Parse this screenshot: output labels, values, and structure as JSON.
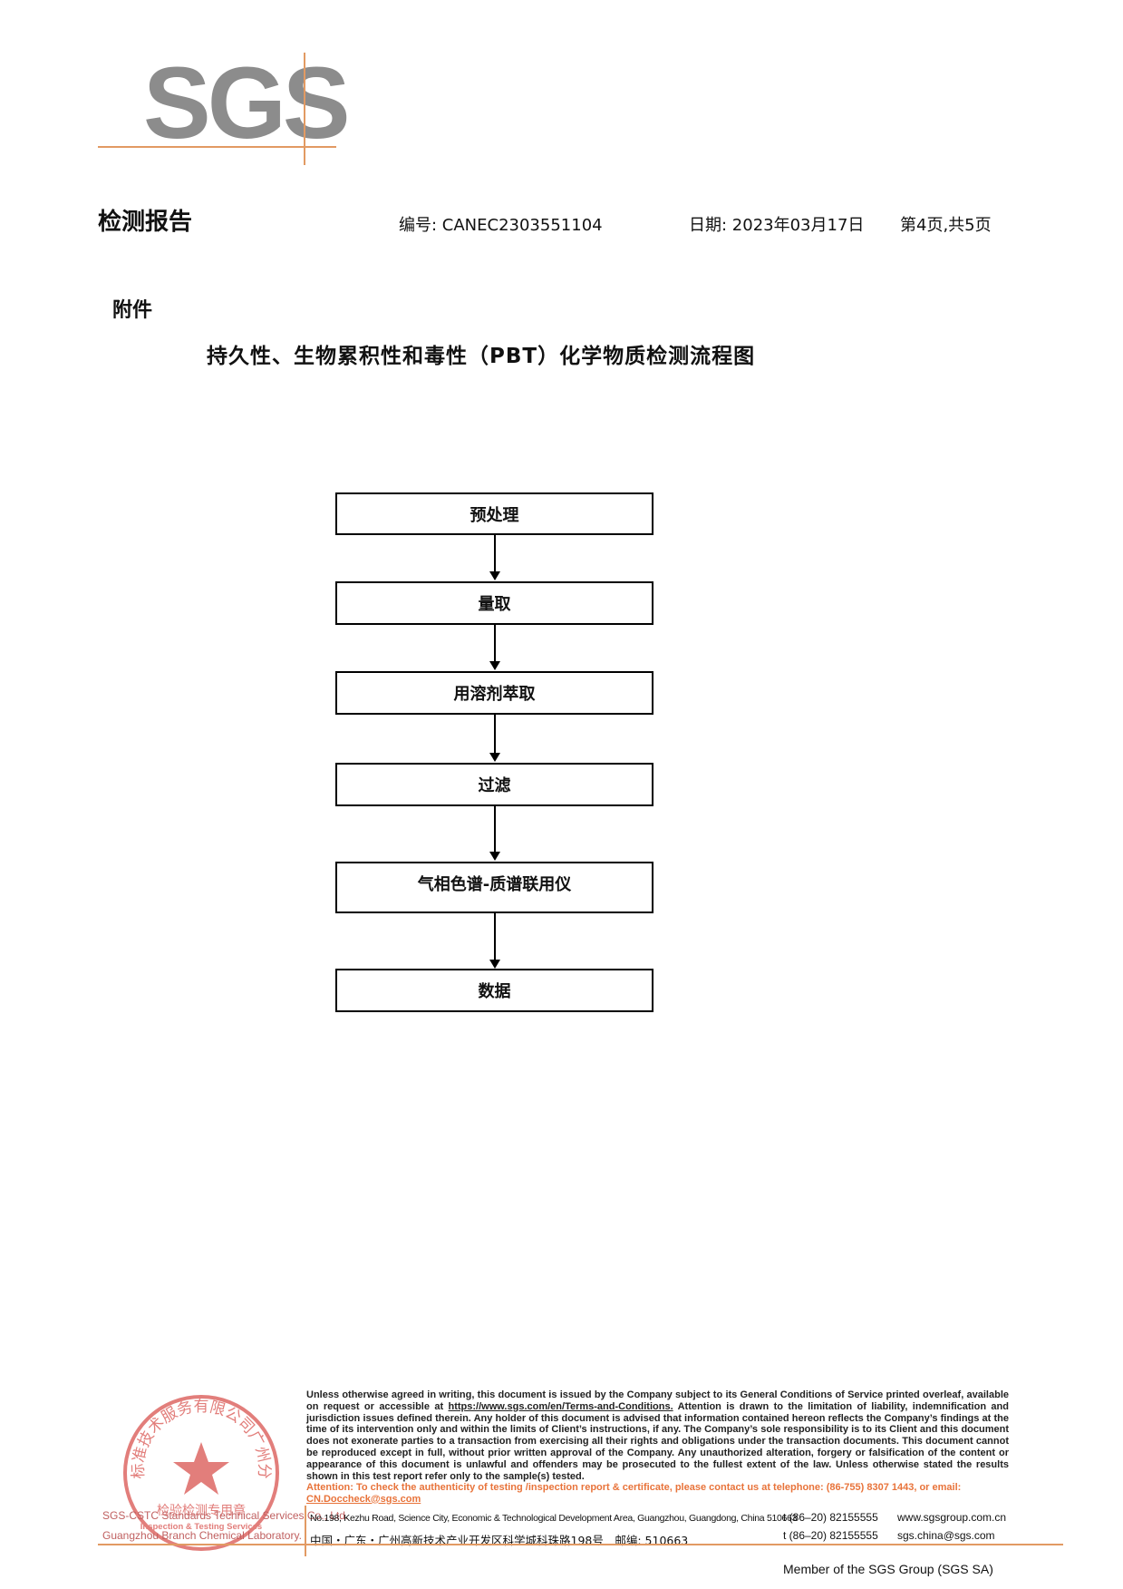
{
  "logo": {
    "text": "SGS"
  },
  "header": {
    "title": "检测报告",
    "report_no": "编号: CANEC2303551104",
    "date": "日期: 2023年03月17日",
    "page": "第4页,共5页"
  },
  "appendix_label": "附件",
  "flow_title": "持久性、生物累积性和毒性（PBT）化学物质检测流程图",
  "flow_steps": [
    "预处理",
    "量取",
    "用溶剂萃取",
    "过滤",
    "气相色谱-质谱联用仪",
    "数据"
  ],
  "seal": {
    "ring_text": "通标标准技术服务有限公司广州分公司",
    "center_cn": "检验检测专用章",
    "center_en": "Inspection & Testing Services",
    "side_text": "SGS-CSTC Standards Technical Services Co.,Ltd. Guangzhou Branch"
  },
  "footer": {
    "disclaimer_a": "Unless otherwise agreed in writing, this document is issued by the Company subject to its General Conditions of Service printed overleaf, available on request or accessible at ",
    "disclaimer_link": "https://www.sgs.com/en/Terms-and-Conditions.",
    "disclaimer_b": " Attention is drawn to the limitation of liability, indemnification and jurisdiction issues defined therein. Any holder of this document is advised that information contained hereon reflects the Company’s findings at the time of its intervention only and within the limits of Client’s instructions, if any. The Company’s sole responsibility is to its Client and this document does not exonerate parties to a transaction from exercising all their rights and obligations under the transaction documents. This document cannot be reproduced except in full, without prior written approval of the Company. Any unauthorized alteration, forgery or falsification of the content or appearance of this document is unlawful and offenders may be prosecuted to the fullest extent of the law. Unless otherwise stated the results shown in this test report refer only to the sample(s) tested.",
    "attention_a": "Attention: To check the authenticity of testing /inspection report & certificate, please contact us at telephone: (86-755) 8307 1443, or email: ",
    "attention_email": "CN.Doccheck@sgs.com",
    "stamp_line_en1": "SGS-CSTC Standards Technical Services Co., Ltd.",
    "stamp_line_en2": "Guangzhou Branch Chemical Laboratory.",
    "address_en": "No.198, Kezhu Road, Science City, Economic & Technological Development Area, Guangzhou, Guangdong, China 510663",
    "address_cn": "中国・广东・广州高新技术产业开发区科学城科珠路198号　邮编: 510663",
    "tel_1": "t (86–20) 82155555",
    "tel_2": "t (86–20) 82155555",
    "website": "www.sgsgroup.com.cn",
    "email": "sgs.china@sgs.com",
    "member": "Member of the SGS Group (SGS SA)"
  },
  "colors": {
    "logo_gray": "#8c8c8c",
    "accent_orange": "#e29a63",
    "attention_orange": "#e8733a",
    "seal_red": "#d9534f"
  }
}
